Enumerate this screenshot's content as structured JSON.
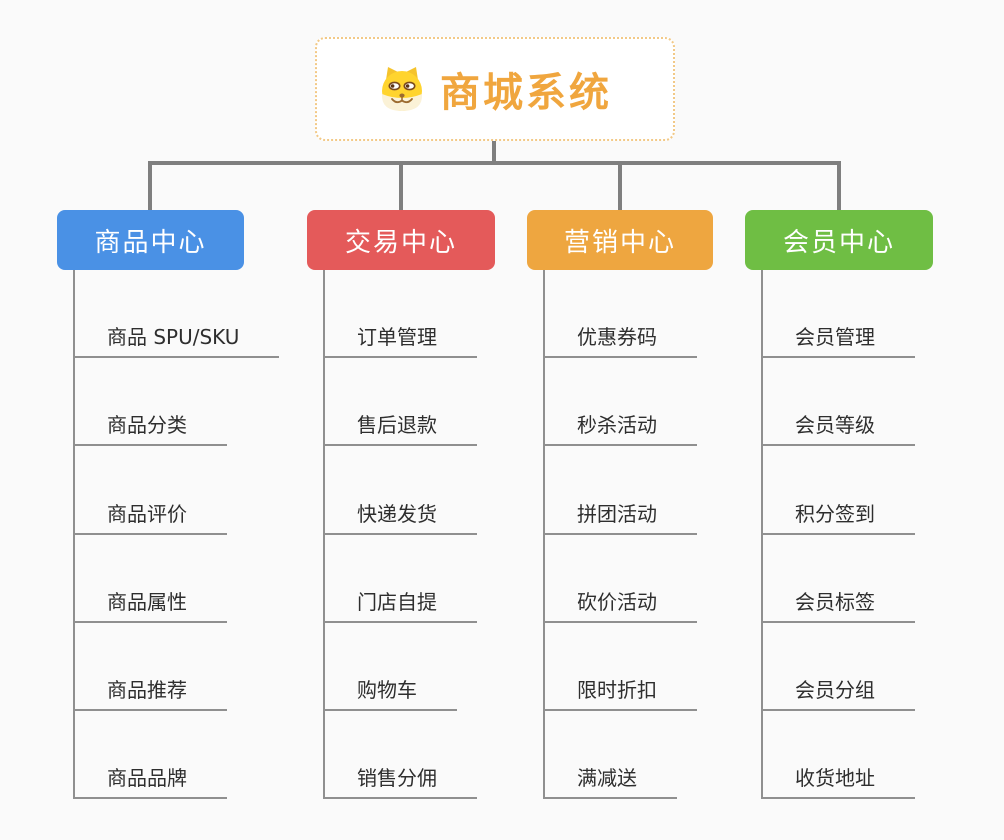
{
  "root": {
    "title": "商城系统",
    "icon": "dog-face-icon",
    "text_color": "#F0A63E",
    "border_color": "#F2C987"
  },
  "branches": [
    {
      "label": "商品中心",
      "color": "#4A91E5",
      "children": [
        "商品 SPU/SKU",
        "商品分类",
        "商品评价",
        "商品属性",
        "商品推荐",
        "商品品牌"
      ]
    },
    {
      "label": "交易中心",
      "color": "#E45A5A",
      "children": [
        "订单管理",
        "售后退款",
        "快递发货",
        "门店自提",
        "购物车",
        "销售分佣"
      ]
    },
    {
      "label": "营销中心",
      "color": "#EEA640",
      "children": [
        "优惠券码",
        "秒杀活动",
        "拼团活动",
        "砍价活动",
        "限时折扣",
        "满减送"
      ]
    },
    {
      "label": "会员中心",
      "color": "#6FBE44",
      "children": [
        "会员管理",
        "会员等级",
        "积分签到",
        "会员标签",
        "会员分组",
        "收货地址"
      ]
    }
  ],
  "connector_color": "#7F7F7F",
  "underline_color": "#8F8F8F",
  "background_color": "#FAFAFA",
  "child_text_color": "#2E2E2E"
}
